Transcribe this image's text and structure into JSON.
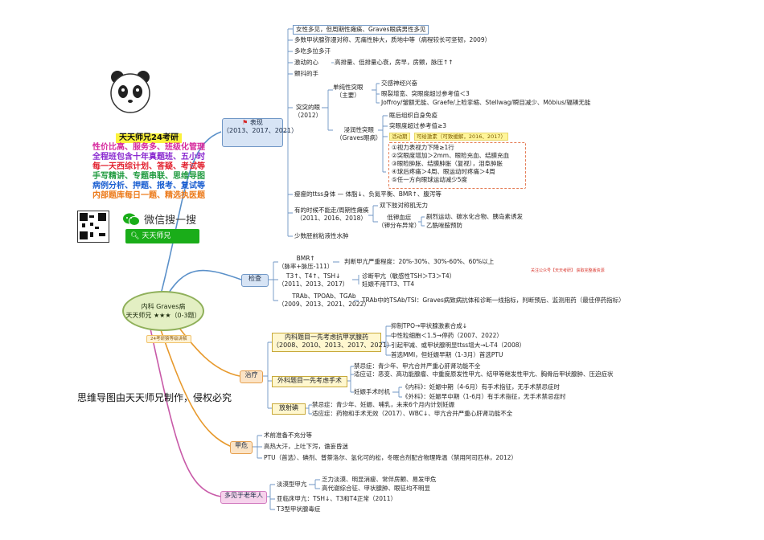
{
  "colors": {
    "accent_blue": "#2c6fb6",
    "orange": "#e7992c",
    "pink": "#c85aa8",
    "green_center": "#8fb05a"
  },
  "center": {
    "line1": "内科 Graves病",
    "line2": "天天师兄 ★★★（0-3题）",
    "badge": "24考研猿等级讲解"
  },
  "promo": {
    "title": "天天师兄24考研",
    "lines": [
      {
        "text": "性价比高、服务多、班级化管理",
        "color": "#d6299d"
      },
      {
        "text": "全程班包含十年真题班、五小时",
        "color": "#8b2ad0"
      },
      {
        "text": "每一天西综计划、答疑、考试等",
        "color": "#e2212f"
      },
      {
        "text": "手写精讲、专题串联、思维导图",
        "color": "#1f9a3e"
      },
      {
        "text": "病例分析、押题、报考、复试等",
        "color": "#1b5fd1"
      },
      {
        "text": "内部题库每日一题、精选执医题",
        "color": "#ec7a1a"
      }
    ],
    "wechat_title": "微信搜一搜",
    "search_value": "天天师兄",
    "copyright": "思维导图由天天师兄制作，侵权必究"
  },
  "watermark": {
    "top_right": "关注公众号【天天考研】 获取完整版资源"
  },
  "biaoxian": {
    "label": "表现",
    "years": "（2013、2017、2021）",
    "items": [
      "女性多见，但周期性瘫痪、Graves眼病男性多见",
      "多数甲状腺弥漫对称、无痛性肿大，质地中等（病程较长可坚韧，2009）",
      "多吃多拉多汗",
      "颤抖的手"
    ],
    "heart": {
      "label": "激动的心",
      "text": "高排量、低排量心衰，房早，房颤，脉压↑↑"
    },
    "eye": {
      "label": "突突的眼",
      "year": "（2012）",
      "simple": {
        "label": "单纯性突眼",
        "sub": "（主要）",
        "items": [
          "交感神经兴奋",
          "眼裂增宽、突眼度超过参考值＜3",
          "Joffroy/皱额无能、Graefe/上睑挛缩、Stellwag/瞬目减少、Möbius/辐辏无能"
        ]
      },
      "infiltrative": {
        "label": "浸润性突眼",
        "sub": "（Graves眼病）",
        "items": [
          "眶后组织自身免疫",
          "突眼度超过参考值≥3"
        ],
        "activity_label": "活动期",
        "activity_score": "可给激素（可致缓解，2016、2017）",
        "criteria": [
          "①视力表视力下降≥1行",
          "②突眼度增加＞2mm、眼睑充血、结膜充血",
          "③眼睑肿胀、结膜肿胀（复视），泪阜肿胀",
          "④球后疼痛＞4周、眼运动时疼痛＞4周",
          "⑤任一方向眼球运动减少5度"
        ]
      }
    },
    "ttss": "瘦瘦的ttss身体 — 体脂↓、负氮平衡、BMR↑、腹泻等",
    "paralysis": {
      "label": "有的时候不能走/周期性瘫痪",
      "years": "（2011、2016、2018）",
      "limbs": "双下肢对称肌无力",
      "hypok": "低钾血症",
      "hypok_sub": "（钾分布异常）",
      "triggers": [
        "剧烈运动、碳水化合物、胰岛素诱发",
        "乙酰唑胺预防"
      ]
    },
    "myxedema": "少数胫前粘液性水肿"
  },
  "jiancha": {
    "label": "检查",
    "rows": [
      {
        "a": "BMR↑",
        "a2": "（脉率+脉压-111）",
        "b": "判断甲亢严重程度：20%-30%、30%-60%、60%以上"
      },
      {
        "a": "T3↑、T4↑、TSH↓",
        "a2": "（2011、2013、2017）",
        "b": "诊断甲亢（敏感性TSH＞T3＞T4）",
        "b2": "妊娠不用TT3、TT4"
      },
      {
        "a": "TRAb、TPOAb、TGAb",
        "a2": "（2009、2013、2021、2022）",
        "b": "TRAb中的TSAb/TSI：Graves病致病抗体和诊断一线指标，判断预后、监测用药（最佳停药指标）"
      }
    ]
  },
  "zhiliao": {
    "label": "治疗",
    "neike": {
      "label": "内科题目一先考虑抗甲状腺药",
      "years": "（2008、2010、2013、2017、2021）",
      "items": [
        "抑制TPO→甲状腺激素合成↓",
        "中性粒细胞＜1.5→停药（2007、2022）",
        "引起甲减、或甲状腺明显ttss增大→L-T4（2008）",
        "首选MMI，但妊娠早期（1-3月）首选PTU"
      ]
    },
    "waike": {
      "label": "外科题目一先考虑手术",
      "ind": "适应证：恶变、高功能腺瘤、中重度原发性甲亢、结甲等继发性甲亢、胸骨后甲状腺肿、压迫症状",
      "contra": "禁忌症：青少年、甲亢合并严重心肝肾功能不全",
      "preg_label": "妊娠手术时机",
      "preg": [
        "《内科》：妊娠中期（4-6月）有手术指征，无手术禁忌症时",
        "《外科》：妊娠早中期（1-6月）有手术指征，无手术禁忌症时"
      ]
    },
    "fangshe": {
      "label": "放射碘",
      "contra": "禁忌症：青少年、妊娠、哺乳，未来6个月内计划妊娠",
      "ind": "适应症：药物和手术无效（2017）、WBC↓、甲亢合并严重心肝肾功能不全"
    }
  },
  "jiawei": {
    "label": "甲危",
    "items": [
      "术前准备不充分等",
      "高热大汗，上吐下泻，谵妄昏迷",
      "PTU（首选）、碘剂、普萘洛尔、氢化可的松，冬眠合剂配合物理降温（禁用阿司匹林，2012）"
    ]
  },
  "laonian": {
    "label": "多见于老年人",
    "apathetic": {
      "label": "淡漠型甲亢",
      "items": [
        "乏力淡漠、明显消瘦、常伴房颤、易发甲危",
        "高代谢综合征、甲状腺肿、眼征均不明显"
      ]
    },
    "subclinical": "亚临床甲亢：TSH↓、T3和T4正常（2011）",
    "t3": "T3型甲状腺毒症"
  }
}
